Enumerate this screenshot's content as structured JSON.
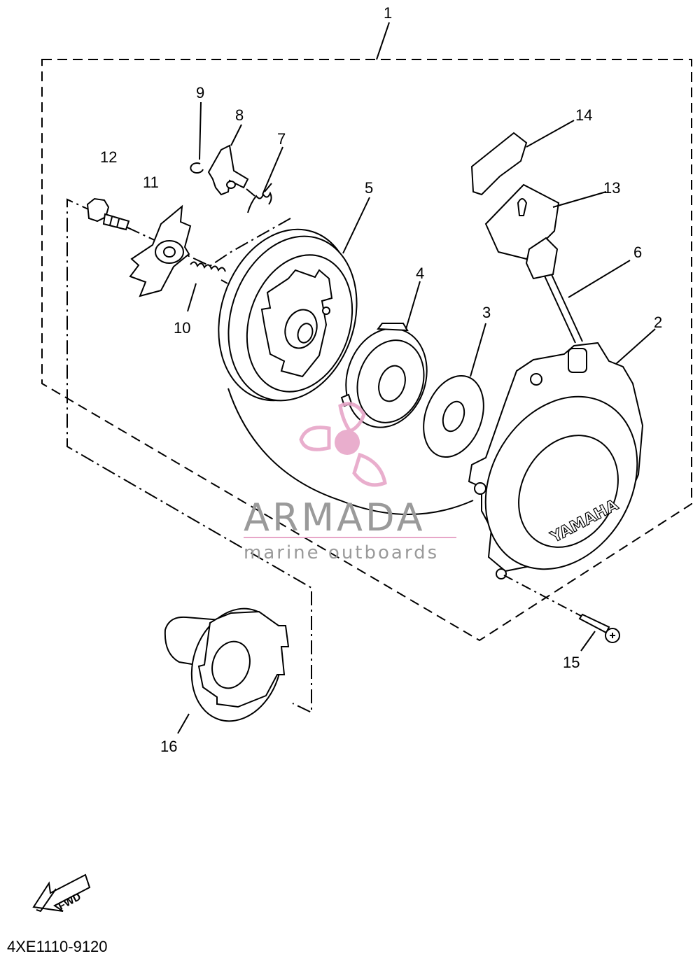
{
  "diagram": {
    "callouts": [
      {
        "id": "1",
        "label": "1"
      },
      {
        "id": "2",
        "label": "2"
      },
      {
        "id": "3",
        "label": "3"
      },
      {
        "id": "4",
        "label": "4"
      },
      {
        "id": "5",
        "label": "5"
      },
      {
        "id": "6",
        "label": "6"
      },
      {
        "id": "7",
        "label": "7"
      },
      {
        "id": "8",
        "label": "8"
      },
      {
        "id": "9",
        "label": "9"
      },
      {
        "id": "10",
        "label": "10"
      },
      {
        "id": "11",
        "label": "11"
      },
      {
        "id": "12",
        "label": "12"
      },
      {
        "id": "13",
        "label": "13"
      },
      {
        "id": "14",
        "label": "14"
      },
      {
        "id": "15",
        "label": "15"
      },
      {
        "id": "16",
        "label": "16"
      }
    ],
    "cover_brand": "YAMAHA",
    "fwd_label": "FWD",
    "drawing_code": "4XE1110-9120"
  },
  "watermark": {
    "title": "ARMADA",
    "subtitle": "marine outboards",
    "color_logo": "#e7a6c8",
    "color_text": "#9a9a9a"
  }
}
